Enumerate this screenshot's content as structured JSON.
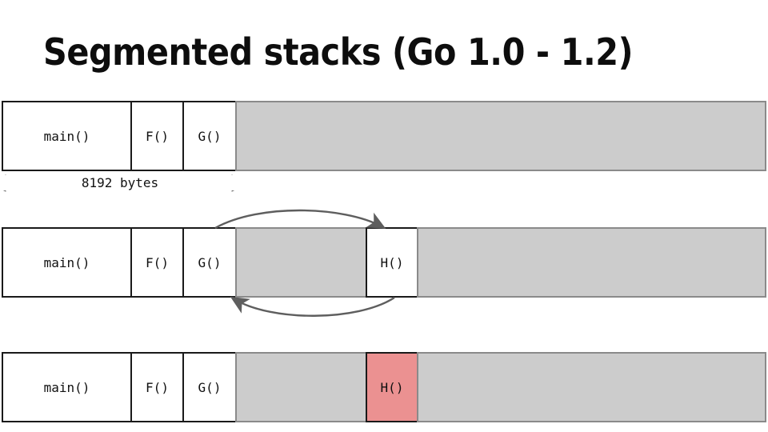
{
  "slide": {
    "title": "Segmented stacks (Go 1.0 - 1.2)",
    "background_color": "#ffffff",
    "accent_colors": {
      "free_space_gray": "#cccccc",
      "gray_border": "#8a8a8a",
      "highlight_red": "#eb9191",
      "frame_border": "#1a1a1a",
      "arrow_gray": "#666666",
      "text": "#111111"
    }
  },
  "dimension": {
    "label": "8192 bytes",
    "arrow_style": "double-headed"
  },
  "rows": [
    {
      "id": "stack-row-1",
      "frames": [
        {
          "label": "main()",
          "kind": "white"
        },
        {
          "label": "F()",
          "kind": "white"
        },
        {
          "label": "G()",
          "kind": "white"
        },
        {
          "label": "",
          "kind": "gray"
        }
      ]
    },
    {
      "id": "stack-row-2",
      "frames": [
        {
          "label": "main()",
          "kind": "white"
        },
        {
          "label": "F()",
          "kind": "white"
        },
        {
          "label": "G()",
          "kind": "white"
        },
        {
          "label": "",
          "kind": "gray"
        },
        {
          "label": "H()",
          "kind": "white"
        },
        {
          "label": "",
          "kind": "gray"
        }
      ]
    },
    {
      "id": "stack-row-3",
      "frames": [
        {
          "label": "main()",
          "kind": "white"
        },
        {
          "label": "F()",
          "kind": "white"
        },
        {
          "label": "G()",
          "kind": "white"
        },
        {
          "label": "",
          "kind": "gray"
        },
        {
          "label": "H()",
          "kind": "red"
        },
        {
          "label": "",
          "kind": "gray"
        }
      ]
    }
  ]
}
